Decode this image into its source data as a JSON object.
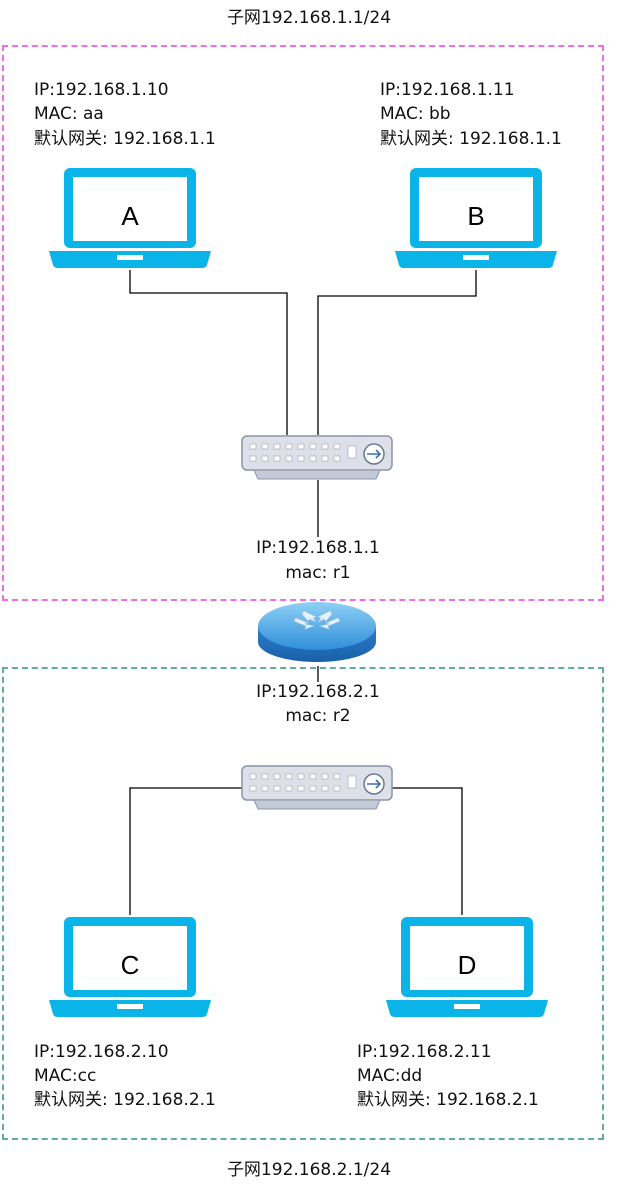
{
  "subnet1": {
    "title": "子网192.168.1.1/24",
    "border_color": "#ee6ee8",
    "host_a": {
      "name": "A",
      "ip": "IP:192.168.1.10",
      "mac": "MAC: aa",
      "gateway": "默认网关: 192.168.1.1"
    },
    "host_b": {
      "name": "B",
      "ip": "IP:192.168.1.11",
      "mac": "MAC: bb",
      "gateway": "默认网关: 192.168.1.1"
    },
    "router_if": {
      "ip": "IP:192.168.1.1",
      "mac": "mac: r1"
    }
  },
  "subnet2": {
    "title": "子网192.168.2.1/24",
    "border_color": "#5fae98",
    "host_c": {
      "name": "C",
      "ip": "IP:192.168.2.10",
      "mac": "MAC:cc",
      "gateway": "默认网关: 192.168.2.1"
    },
    "host_d": {
      "name": "D",
      "ip": "IP:192.168.2.11",
      "mac": "MAC:dd",
      "gateway": "默认网关: 192.168.2.1"
    },
    "router_if": {
      "ip": "IP:192.168.2.1",
      "mac": "mac: r2"
    }
  },
  "icons": {
    "laptop": "laptop-icon",
    "switch": "switch-icon",
    "router": "router-icon"
  },
  "colors": {
    "laptop": "#0ab4e8",
    "switch_body": "#dde0e8",
    "router": "#2f8fd8"
  }
}
